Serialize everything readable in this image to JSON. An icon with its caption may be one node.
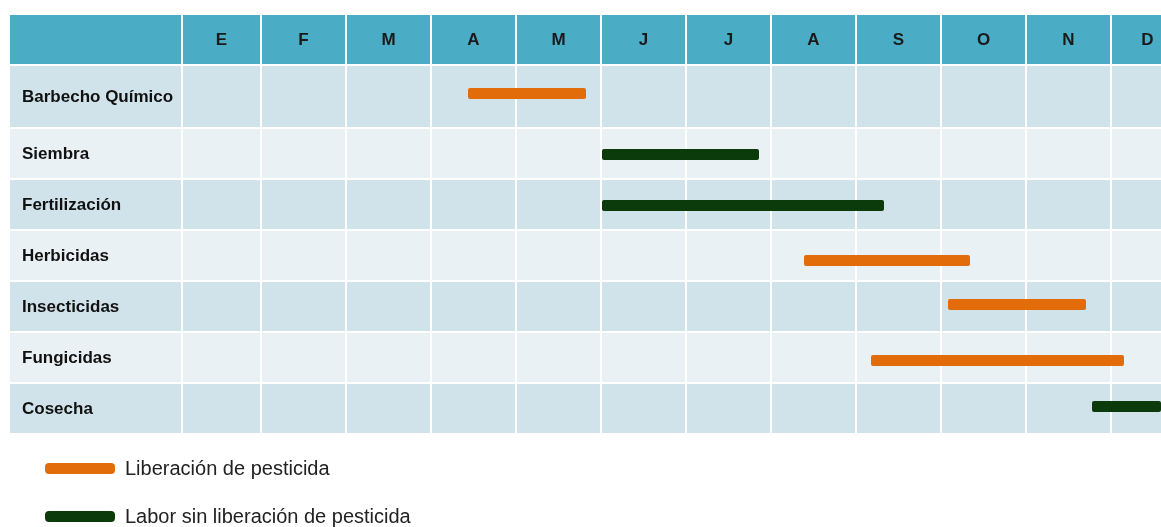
{
  "diagram": {
    "nodes": [
      {
        "text": [],
        "shape": "bar"
      },
      {
        "text": [],
        "shape": "bar"
      },
      {
        "text": [],
        "shape": "bar"
      },
      {
        "text": [],
        "shape": "bar"
      },
      {
        "text": [],
        "shape": "bar"
      },
      {
        "text": [],
        "shape": "bar"
      },
      {
        "text": [],
        "shape": "bar"
      }
    ],
    "labels": [
      "E",
      "F",
      "M",
      "A",
      "M",
      "J",
      "J",
      "A",
      "S",
      "O",
      "N",
      "D",
      "Barbecho Químico",
      "Siembra",
      "Fertilización",
      "Herbicidas",
      "Insecticidas",
      "Fungicidas",
      "Cosecha"
    ],
    "legend": [
      {
        "text": "Liberación de pesticida",
        "color": "#e36c0a"
      },
      {
        "text": "Labor sin liberación de pesticida",
        "color": "#0b3b0b"
      }
    ]
  }
}
